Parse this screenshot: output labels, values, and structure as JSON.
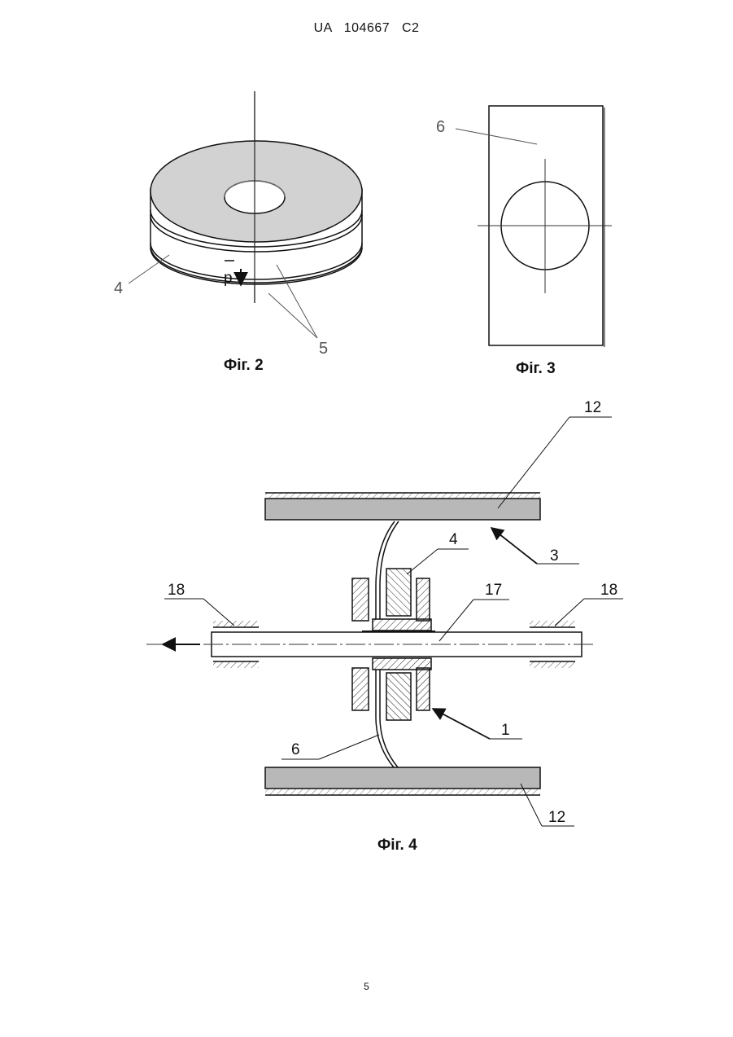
{
  "header": "UA   104667   C2",
  "page_number": "5",
  "figures": {
    "fig2": {
      "caption": "Фіг. 2",
      "labels": {
        "part4": "4",
        "part5": "5",
        "pressure": "p"
      }
    },
    "fig3": {
      "caption": "Фіг. 3",
      "labels": {
        "part6": "6"
      }
    },
    "fig4": {
      "caption": "Фіг. 4",
      "labels": {
        "part12_top": "12",
        "part12_bottom": "12",
        "part3": "3",
        "part4": "4",
        "part17": "17",
        "part18_left": "18",
        "part18_right": "18",
        "part1": "1",
        "part6": "6"
      }
    }
  }
}
